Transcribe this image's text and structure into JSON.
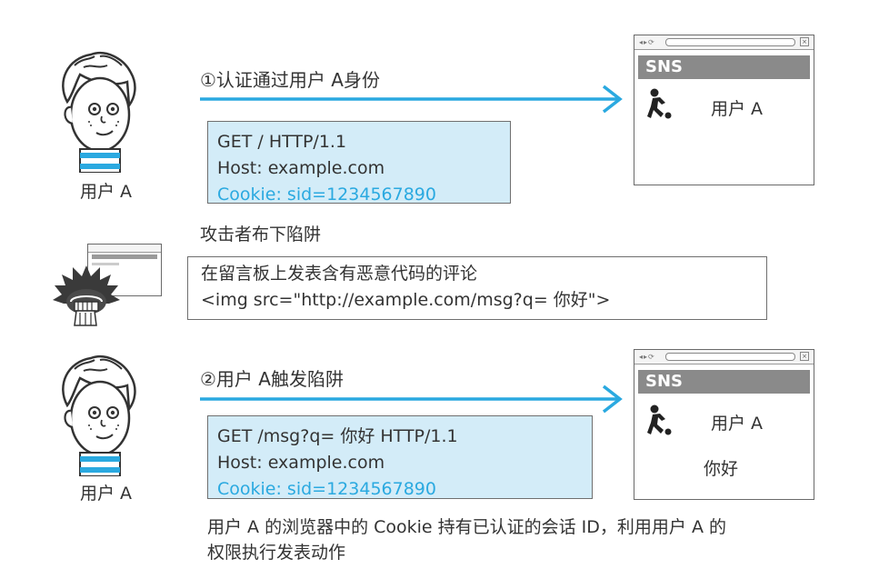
{
  "scene1": {
    "user_label": "用户 A",
    "step_label": "①认证通过用户 A身份",
    "request": {
      "line1": "GET / HTTP/1.1",
      "line2": "Host: example.com",
      "cookie": "Cookie: sid=1234567890"
    },
    "browser": {
      "brand": "SNS",
      "user": "用户 A"
    }
  },
  "scene2": {
    "caption": "攻击者布下陷阱",
    "comment": {
      "line1": "在留言板上发表含有恶意代码的评论",
      "line2": "<img src=\"http://example.com/msg?q= 你好\">"
    }
  },
  "scene3": {
    "user_label": "用户 A",
    "step_label": "②用户 A触发陷阱",
    "request": {
      "line1": "GET /msg?q= 你好 HTTP/1.1",
      "line2": "Host: example.com",
      "cookie": "Cookie: sid=1234567890"
    },
    "browser": {
      "brand": "SNS",
      "user": "用户 A",
      "message": "你好"
    },
    "footnote": {
      "line1": "用户 A 的浏览器中的 Cookie 持有已认证的会话 ID，利用用户 A 的",
      "line2": "权限执行发表动作"
    }
  },
  "colors": {
    "arrow": "#2aa9e0",
    "request_bg": "#d3ecf8",
    "cookie_text": "#2aa9e0",
    "sns_bar": "#8a8a8a"
  },
  "icons": [
    "user-a-avatar-icon",
    "attacker-avatar-icon",
    "browser-window-icon",
    "soccer-player-icon"
  ]
}
